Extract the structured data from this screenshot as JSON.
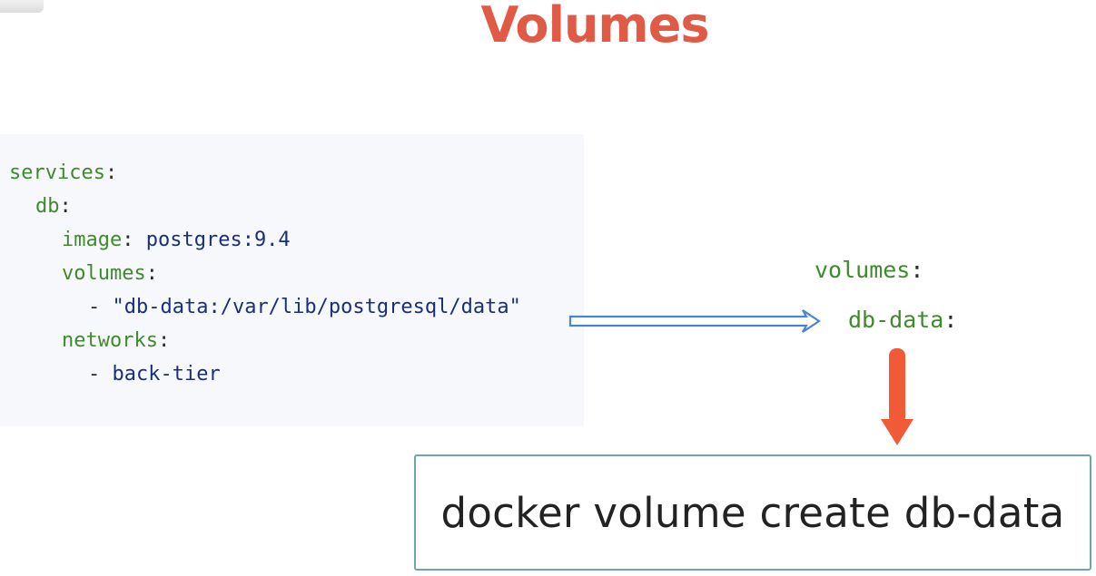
{
  "title": "Volumes",
  "colors": {
    "title": "#e05a45",
    "key": "#3f8a2f",
    "value": "#1a2f7a",
    "punctuation": "#2b2b2b",
    "outline_arrow": "#4a86c8",
    "solid_arrow": "#f15a36",
    "box_border": "#6aa7ad"
  },
  "compose_code": {
    "lines": [
      {
        "key": "services",
        "sep": ":",
        "value": ""
      },
      {
        "key": "db",
        "sep": ":",
        "value": ""
      },
      {
        "key": "image",
        "sep": ": ",
        "value": "postgres:9.4"
      },
      {
        "key": "volumes",
        "sep": ":",
        "value": ""
      },
      {
        "key": "",
        "sep": "- ",
        "value": "\"db-data:/var/lib/postgresql/data\""
      },
      {
        "key": "networks",
        "sep": ":",
        "value": ""
      },
      {
        "key": "",
        "sep": "- ",
        "value": "back-tier"
      }
    ]
  },
  "volume_block": {
    "key": "volumes",
    "name": "db-data",
    "sep": ":"
  },
  "command": "docker volume create db-data"
}
